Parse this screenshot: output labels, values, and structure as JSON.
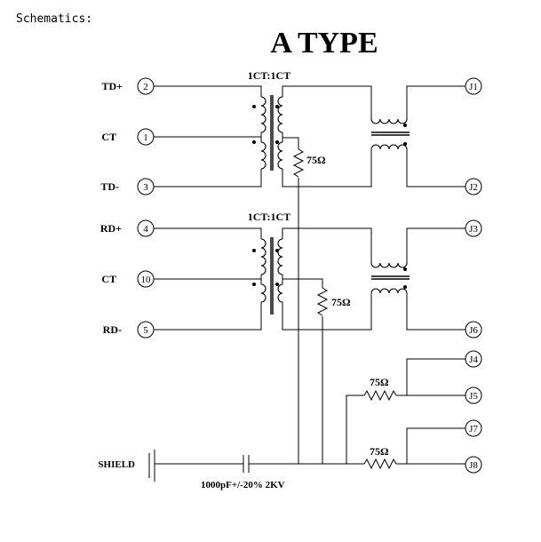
{
  "header": {
    "label": "Schematics:",
    "title": "A TYPE"
  },
  "transformers": [
    {
      "label": "1CT:1CT"
    },
    {
      "label": "1CT:1CT"
    }
  ],
  "pins_left": [
    {
      "signal": "TD+",
      "pin": "2"
    },
    {
      "signal": "CT",
      "pin": "1"
    },
    {
      "signal": "TD-",
      "pin": "3"
    },
    {
      "signal": "RD+",
      "pin": "4"
    },
    {
      "signal": "CT",
      "pin": "10"
    },
    {
      "signal": "RD-",
      "pin": "5"
    }
  ],
  "pins_right": [
    "J1",
    "J2",
    "J3",
    "J6",
    "J4",
    "J5",
    "J7",
    "J8"
  ],
  "resistors": [
    "75Ω",
    "75Ω",
    "75Ω",
    "75Ω"
  ],
  "shield": {
    "label": "SHIELD",
    "capacitor": "1000pF+/-20% 2KV"
  }
}
